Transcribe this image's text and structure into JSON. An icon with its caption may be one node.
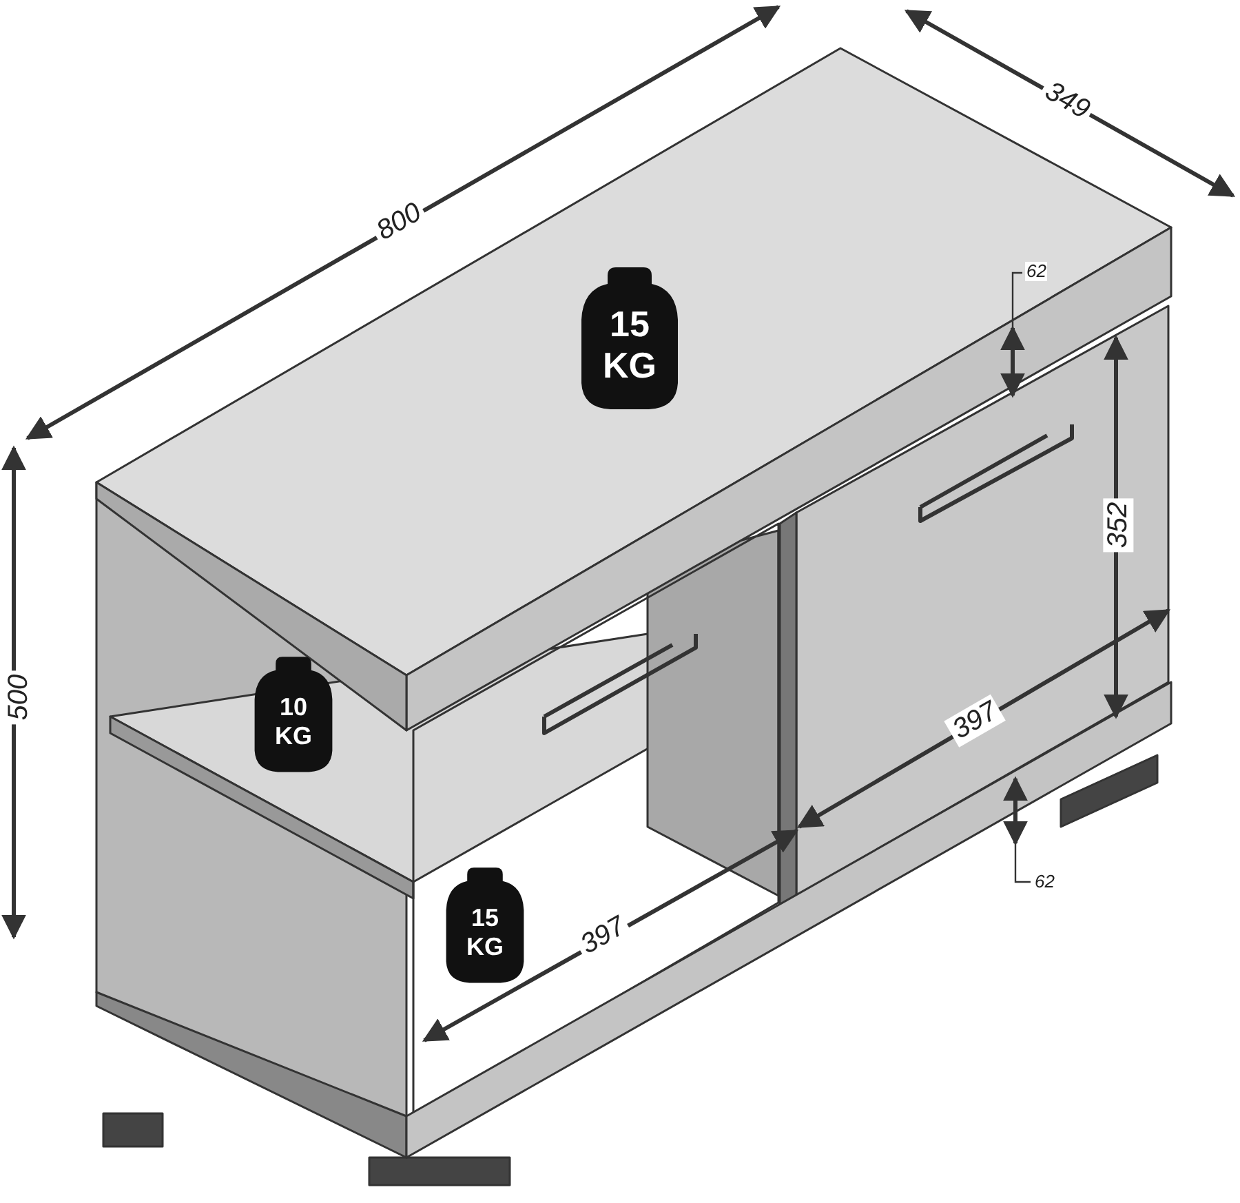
{
  "diagram": {
    "nodes": [
      {
        "text": [
          "15 KG"
        ]
      },
      {
        "text": [
          "10 KG"
        ]
      },
      {
        "text": [
          "15 KG"
        ]
      }
    ],
    "labels": [
      "800",
      "349",
      "62",
      "500",
      "352",
      "397",
      "397",
      "62"
    ]
  }
}
